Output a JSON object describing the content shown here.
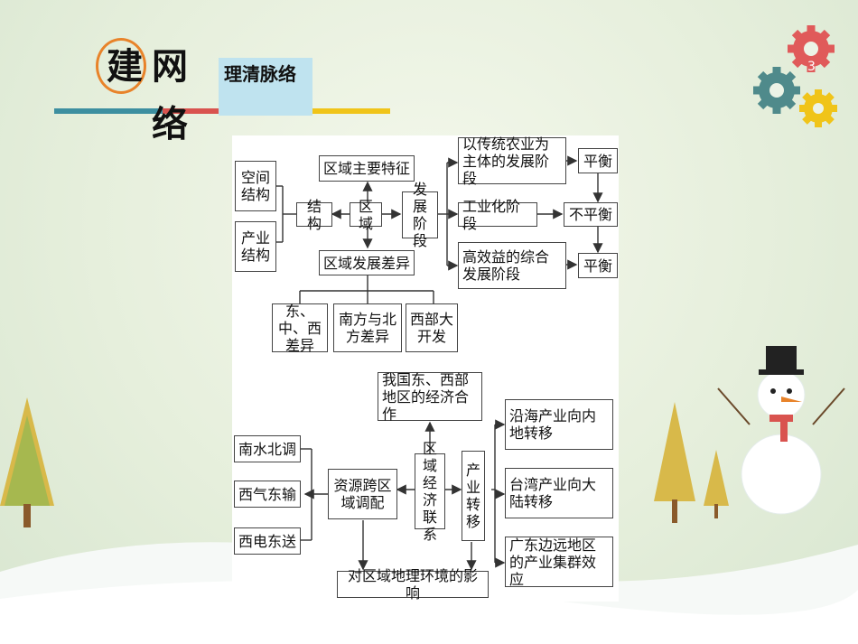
{
  "header": {
    "title_part1": "建",
    "title_part2": "网",
    "title_part3": "络",
    "subtitle": "理清脉络"
  },
  "page_number": "3",
  "colors": {
    "accent_orange": "#e8832a",
    "bar_teal": "#3d8fa0",
    "bar_red": "#d9534f",
    "bar_yellow": "#f0c419",
    "subtitle_bg": "#bfe3ef"
  },
  "decor_icons": [
    "gear-icon-red",
    "gear-icon-teal",
    "gear-icon-yellow",
    "snowman-icon",
    "tree-icon"
  ],
  "diagram": {
    "top": {
      "main_features": "区域主要特征",
      "structure": "结构",
      "region": "区域",
      "spatial_structure": "空间结构",
      "industrial_structure": "产业结构",
      "dev_stage": "发展阶段",
      "stage1": "以传统农业为主体的发展阶段",
      "stage2": "工业化阶段",
      "stage3": "高效益的综合发展阶段",
      "balance1": "平衡",
      "imbalance": "不平衡",
      "balance2": "平衡",
      "dev_diff": "区域发展差异",
      "diff1": "东、中、西差异",
      "diff2": "南方与北方差异",
      "diff3": "西部大开发"
    },
    "bottom": {
      "cooperation": "我国东、西部地区的经济合作",
      "south_north": "南水北调",
      "west_gas": "西气东输",
      "west_power": "西电东送",
      "resource_transfer": "资源跨区域调配",
      "economic_link": "区域经济联系",
      "industry_transfer": "产业转移",
      "coastal": "沿海产业向内地转移",
      "taiwan": "台湾产业向大陆转移",
      "guangdong": "广东边远地区的产业集群效应",
      "impact": "对区域地理环境的影响"
    }
  }
}
